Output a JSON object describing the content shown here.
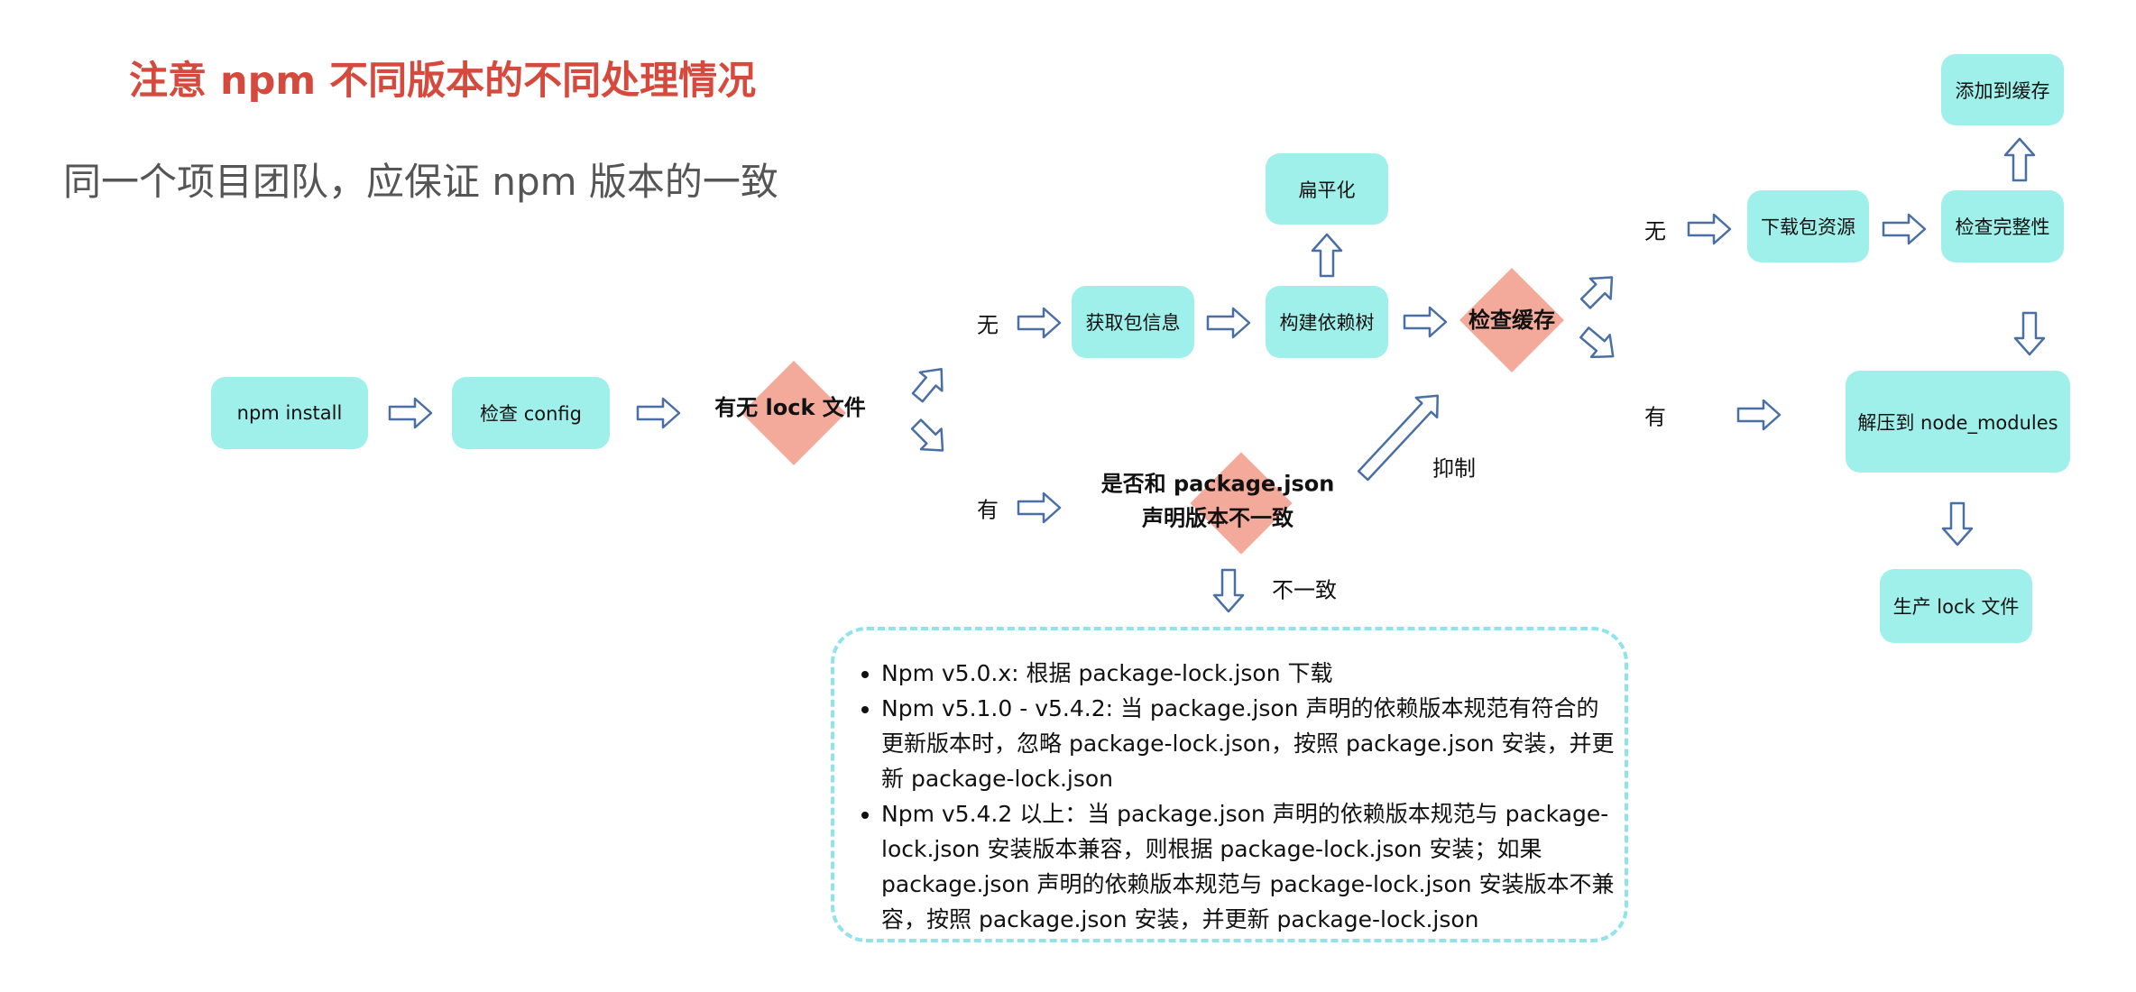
{
  "title": "注意 npm 不同版本的不同处理情况",
  "subtitle": "同一个项目团队，应保证 npm 版本的一致",
  "nodes": {
    "npm_install": "npm install",
    "check_config": "检查 config",
    "lock_file_decision": "有无 lock 文件",
    "fetch_info": "获取包信息",
    "build_tree": "构建依赖树",
    "flatten": "扁平化",
    "check_cache": "检查缓存",
    "download": "下载包资源",
    "check_integrity": "检查完整性",
    "add_cache": "添加到缓存",
    "extract": "解压到 node_modules",
    "generate_lock": "生产 lock 文件",
    "version_decision_line1": "是否和 package.json",
    "version_decision_line2": "声明版本不一致"
  },
  "labels": {
    "no_lock": "无",
    "has_lock": "有",
    "no_cache": "无",
    "has_cache": "有",
    "suppress": "抑制",
    "inconsistent": "不一致"
  },
  "notes": [
    "Npm v5.0.x: 根据 package-lock.json 下载",
    "Npm v5.1.0 - v5.4.2: 当 package.json 声明的依赖版本规范有符合的更新版本时，忽略 package-lock.json，按照 package.json 安装，并更新 package-lock.json",
    "Npm v5.4.2 以上：当 package.json 声明的依赖版本规范与 package-lock.json 安装版本兼容，则根据 package-lock.json 安装；如果 package.json 声明的依赖版本规范与 package-lock.json 安装版本不兼容，按照 package.json 安装，并更新 package-lock.json"
  ],
  "colors": {
    "title": "#d64a3e",
    "box": "#9ff0ea",
    "diamond": "#f3aa9b",
    "arrow": "#4a6fa5",
    "dashed_border": "#8fe3ea"
  }
}
